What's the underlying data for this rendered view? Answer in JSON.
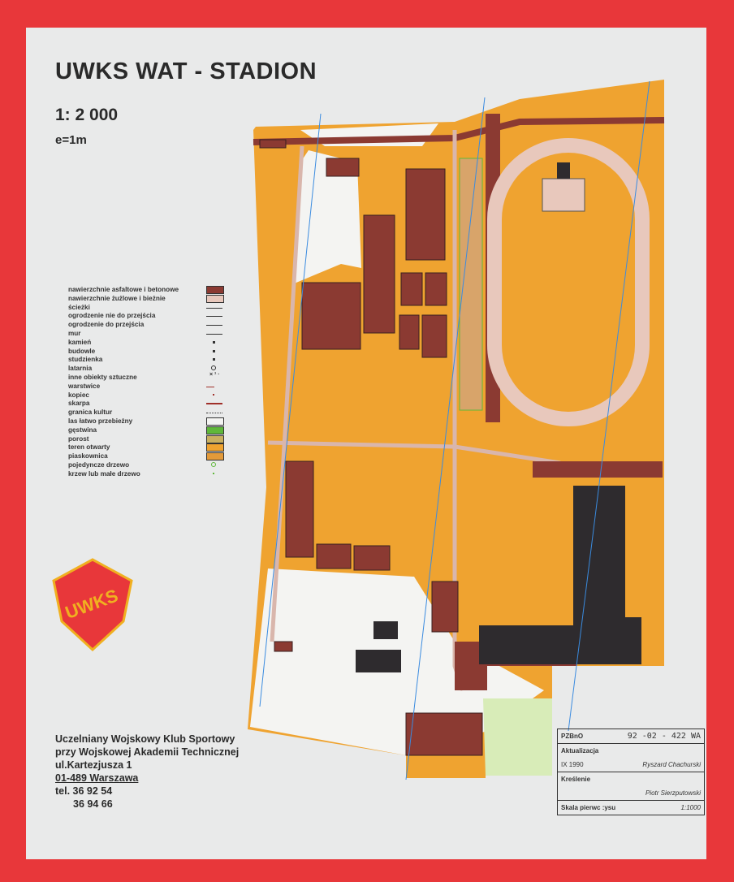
{
  "header": {
    "title": "UWKS WAT - STADION",
    "scale": "1: 2 000",
    "equidistance": "e=1m"
  },
  "legend": {
    "items": [
      {
        "label": "nawierzchnie asfaltowe i betonowe",
        "symbol": "#8b3a32"
      },
      {
        "label": "nawierzchnie żużlowe i bieżnie",
        "symbol": "#e8c8bc"
      },
      {
        "label": "ścieżki",
        "symbol": "line"
      },
      {
        "label": "ogrodzenie nie do przejścia",
        "symbol": "line"
      },
      {
        "label": "ogrodzenie do przejścia",
        "symbol": "line"
      },
      {
        "label": "mur",
        "symbol": "line"
      },
      {
        "label": "kamień",
        "symbol": "dot"
      },
      {
        "label": "budowle",
        "symbol": "dot"
      },
      {
        "label": "studzienka",
        "symbol": "dot"
      },
      {
        "label": "latarnia",
        "symbol": "circle"
      },
      {
        "label": "inne obiekty sztuczne",
        "symbol": "x"
      },
      {
        "label": "warstwice",
        "symbol": "brown-line"
      },
      {
        "label": "kopiec",
        "symbol": "brown-dot"
      },
      {
        "label": "skarpa",
        "symbol": "brown-bar"
      },
      {
        "label": "granica kultur",
        "symbol": "dotted"
      },
      {
        "label": "las łatwo przebieżny",
        "symbol": "#f4f4f2"
      },
      {
        "label": "gęstwina",
        "symbol": "#5fb83a"
      },
      {
        "label": "porost",
        "symbol": "#c9b060"
      },
      {
        "label": "teren otwarty",
        "symbol": "#efa330"
      },
      {
        "label": "piaskownica",
        "symbol": "#e39a3a"
      },
      {
        "label": "pojedyncze drzewo",
        "symbol": "green-circle"
      },
      {
        "label": "krzew lub małe drzewo",
        "symbol": "green-dot"
      }
    ]
  },
  "club": {
    "line1": "Uczelniany Wojskowy Klub Sportowy",
    "line2": "przy Wojskowej Akademii Technicznej",
    "line3": "ul.Kartezjusza 1",
    "line4": "01-489 Warszawa",
    "tel1": "tel.  36 92 54",
    "tel2": "36 94 66"
  },
  "logo": {
    "text": "UWKS"
  },
  "info": {
    "org": "PZBnO",
    "number": "92 -02 - 422 WA",
    "update_label": "Aktualizacja",
    "update_date": "IX 1990",
    "update_author": "Ryszard Chachurski",
    "drawing_label": "Kreślenie",
    "drawing_author": "Piotr Sierzputowski",
    "scale_label": "Skala pierwc :ysu",
    "scale_value": "1:1000"
  },
  "colors": {
    "frame": "#e8373a",
    "paper": "#e9eaea",
    "open": "#efa330",
    "paved": "#8b3a32",
    "track": "#e8c8bc",
    "building": "#2e2b2e",
    "green": "#5fb83a"
  }
}
